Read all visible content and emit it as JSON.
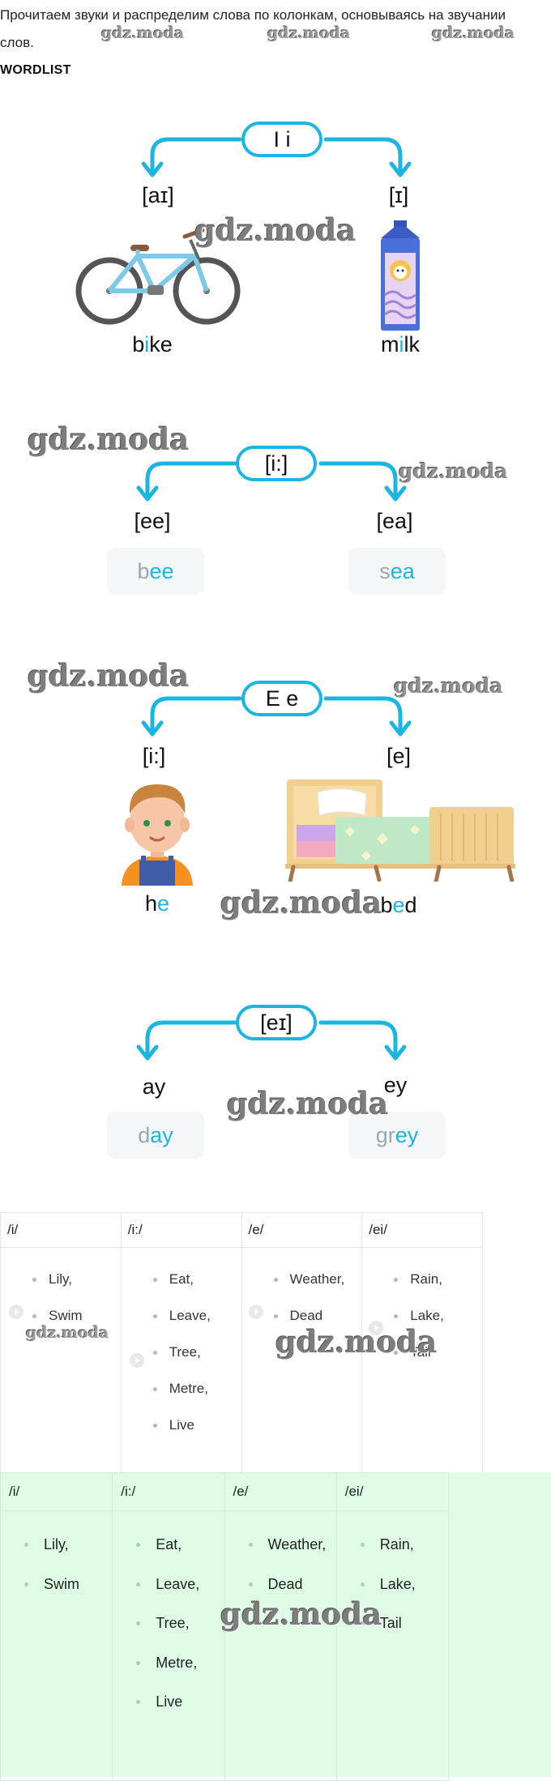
{
  "intro": "Прочитаем звуки и распределим слова по колонкам, основываясь на звучании слов.",
  "heading": "WORDLIST",
  "watermark": "gdz.moda",
  "blocks": [
    {
      "letters": "I i",
      "left_sound": "[aɪ]",
      "right_sound": "[ɪ]",
      "left_word": {
        "pre": "b",
        "hl": "i",
        "post": "ke"
      },
      "left_icon": "bicycle-icon",
      "right_word": {
        "pre": "m",
        "hl": "i",
        "post": "lk"
      },
      "right_icon": "milk-carton-icon"
    },
    {
      "letters": "[i:]",
      "left_sound": "[ee]",
      "right_sound": "[ea]",
      "left_word": {
        "pre": "b",
        "hl": "ee",
        "post": ""
      },
      "right_word": {
        "pre": "s",
        "hl": "ea",
        "post": ""
      }
    },
    {
      "letters": "E e",
      "left_sound": "[i:]",
      "right_sound": "[e]",
      "left_word": {
        "pre": "h",
        "hl": "e",
        "post": ""
      },
      "left_icon": "boy-icon",
      "right_word": {
        "pre": "b",
        "hl": "e",
        "post": "d"
      },
      "right_icon": "bed-icon"
    },
    {
      "letters": "[eɪ]",
      "left_sound": "ay",
      "right_sound": "ey",
      "left_word": {
        "pre": "d",
        "hl": "ay",
        "post": ""
      },
      "right_word": {
        "pre": "gr",
        "hl": "ey",
        "post": ""
      }
    }
  ],
  "table1": {
    "headers": [
      "/i/",
      "/i:/",
      "/e/",
      "/ei/"
    ],
    "columns": [
      [
        "Lily,",
        "Swim"
      ],
      [
        "Eat,",
        "Leave,",
        "Tree,",
        "Metre,",
        "Live"
      ],
      [
        "Weather,",
        "Dead"
      ],
      [
        "Rain,",
        "Lake,",
        "Tail"
      ]
    ]
  },
  "table2": {
    "headers": [
      "/i/",
      "/i:/",
      "/e/",
      "/ei/"
    ],
    "columns": [
      [
        "Lily,",
        "Swim"
      ],
      [
        "Eat,",
        "Leave,",
        "Tree,",
        "Metre,",
        "Live"
      ],
      [
        "Weather,",
        "Dead"
      ],
      [
        "Rain,",
        "Lake,",
        "Tail"
      ]
    ]
  },
  "colors": {
    "accent": "#1bb5e3",
    "table2_bg": "#ddfbe5"
  }
}
